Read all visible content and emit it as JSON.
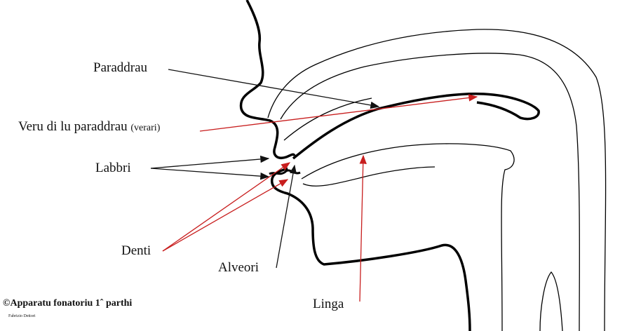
{
  "labels": {
    "paraddrau": "Paraddrau",
    "veru": "Veru di lu paraddrau",
    "veru_note": "(verari)",
    "labbri": "Labbri",
    "denti": "Denti",
    "alveori": "Alveori",
    "linga": "Linga"
  },
  "caption": {
    "title": "©Apparatu fonatoriu 1ˆ parthi",
    "author": "Fabrizio Dettori"
  },
  "colors": {
    "line": "#000000",
    "arrow_black": "#111111",
    "arrow_red": "#c81e1e"
  }
}
